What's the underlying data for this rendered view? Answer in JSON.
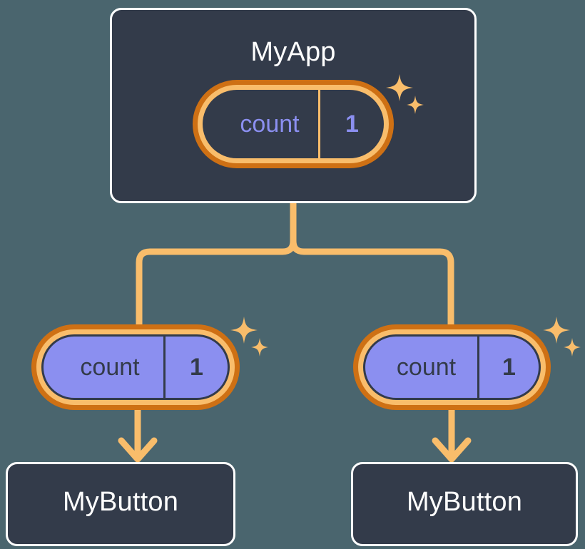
{
  "diagram": {
    "title_semantic": "react-state-propagation-tree",
    "background_color": "#4a656e"
  },
  "colors": {
    "background": "#4a656e",
    "card_fill": "#333b4a",
    "card_border": "#ffffff",
    "ring_outer": "#ce7014",
    "ring_inner": "#f9bd6b",
    "state_purple": "#8b8ff0",
    "wire": "#f9bd6b",
    "sparkle": "#f9bd6b",
    "text_light": "#ffffff",
    "text_dark": "#333b4a"
  },
  "root": {
    "label": "MyApp",
    "state": {
      "name": "count",
      "value": "1"
    },
    "sparkle": "sparkle-icon"
  },
  "branches": [
    {
      "state": {
        "name": "count",
        "value": "1"
      },
      "sparkle": "sparkle-icon",
      "child": {
        "label": "MyButton"
      }
    },
    {
      "state": {
        "name": "count",
        "value": "1"
      },
      "sparkle": "sparkle-icon",
      "child": {
        "label": "MyButton"
      }
    }
  ],
  "connectors": {
    "trunk_label": "state-flow-down",
    "arrow_label": "state-arrow-down"
  }
}
